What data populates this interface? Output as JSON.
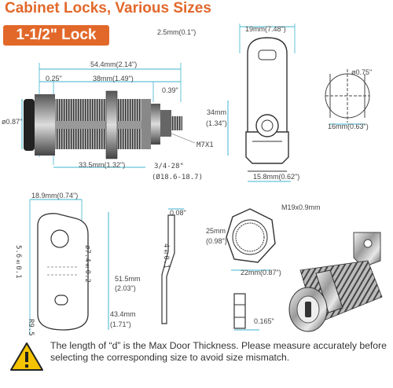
{
  "header": {
    "title": "Cabinet Locks, Various Sizes",
    "size_badge": "1-1/2\" Lock"
  },
  "dimensions": {
    "flange_thickness": "2.5mm(0.1\")",
    "total_length": "54.4mm(2.14\")",
    "head_offset": "0.25\"",
    "body_length": "38mm(1.49\")",
    "thread_tip": "0.39\"",
    "head_diameter": "ø0.87\"",
    "thread_spec": "M7X1",
    "thread_length": "33.5mm(1.32\")",
    "nut_thread": "3/4-28\"",
    "nut_thread_range": "(Ø18.6-18.7)",
    "front_width": "19mm(7.48\")",
    "front_height_mm": "34mm",
    "front_height_in": "(1.34\")",
    "front_face": "15.8mm(0.62\")",
    "hole_diameter": "ø0.75\"",
    "hole_flat": "16mm(0.63\")",
    "cam_width": "18.9mm(0.74\")",
    "cam_hole_side": "5.6±0.1",
    "cam_hole_dia": "ø7.4±0.2",
    "cam_length_mm": "51.5mm",
    "cam_length_in": "(2.03\")",
    "cam_slot_mm": "43.4mm",
    "cam_slot_in": "(1.71\")",
    "cam_end_radius": "R9.5",
    "cam_thickness": "0.08\"",
    "cam_bend": "4±0.1",
    "nut_spec": "M19x0.9mm",
    "nut_width_mm": "25mm",
    "nut_width_in": "(0.98\")",
    "nut_across": "22mm(0.87\")",
    "nut_thickness": "0.165\""
  },
  "notice": {
    "text": "The length of “d” is the Max Door Thickness. Please measure accurately before selecting the corresponding size to avoid size mismatch."
  },
  "colors": {
    "brand": "#e2682a",
    "cyan": "#3db4cf",
    "warning": "#f5c400"
  },
  "icons": [
    "warning-icon"
  ]
}
